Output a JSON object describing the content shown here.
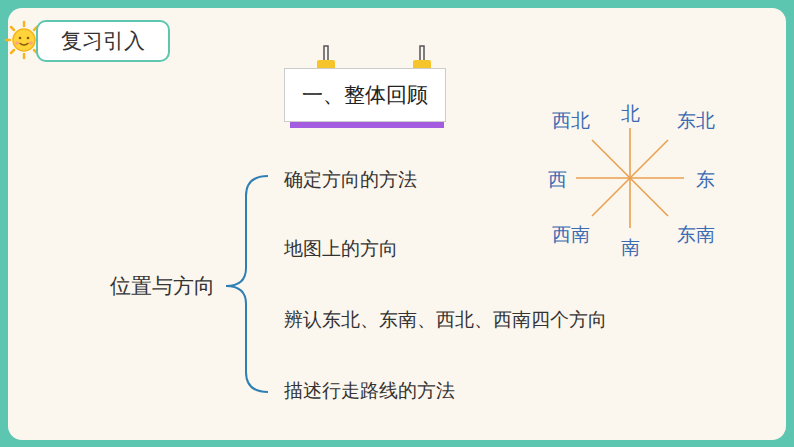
{
  "diagram": {
    "nodes": [
      {
        "text": [
          "复习引入"
        ]
      },
      {
        "text": [
          "一、整体回顾"
        ]
      }
    ],
    "labels": [
      "位置与方向",
      "确定方向的方法",
      "地图上的方向",
      "辨认东北、东南、西北、西南四个方向",
      "描述行走路线的方法",
      "西北",
      "北",
      "东北",
      "西",
      "东",
      "西南",
      "南",
      "东南"
    ]
  }
}
